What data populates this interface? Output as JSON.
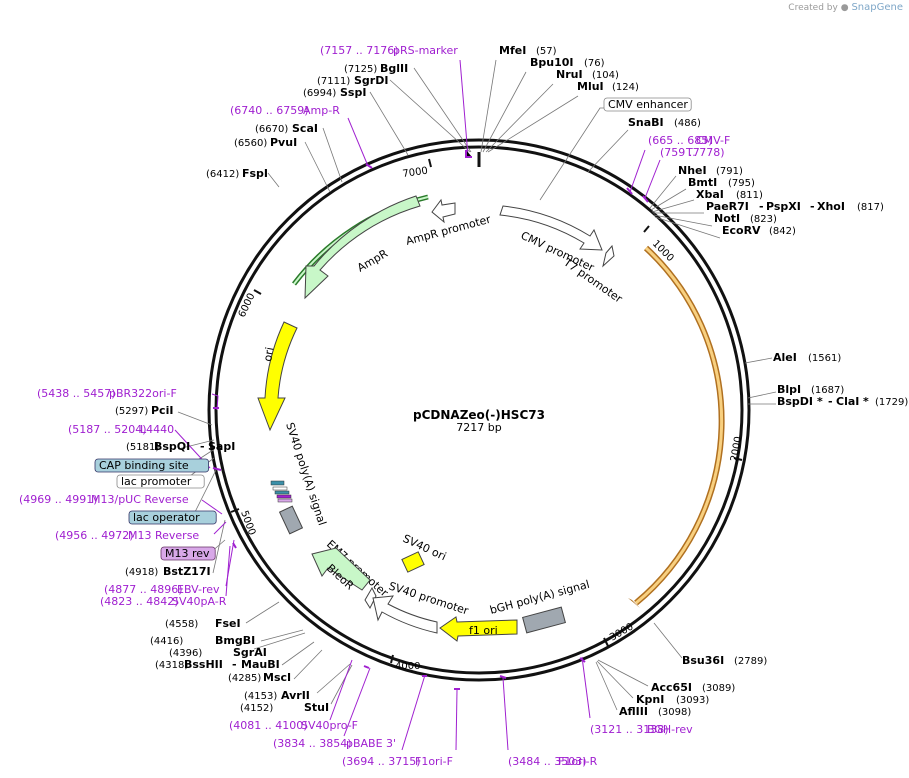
{
  "credit": {
    "created_by": "Created by",
    "brand": "SnapGene"
  },
  "plasmid": {
    "name": "pCDNAZeo(-)HSC73",
    "length": "7217 bp",
    "length_bp": 7217
  },
  "ticks": [
    "1000",
    "2000",
    "3000",
    "4000",
    "5000",
    "6000",
    "7000"
  ],
  "enzymes": {
    "MfeI": {
      "name": "MfeI",
      "pos": "(57)"
    },
    "Bpu10I": {
      "name": "Bpu10I",
      "pos": "(76)"
    },
    "NruI": {
      "name": "NruI",
      "pos": "(104)"
    },
    "MluI": {
      "name": "MluI",
      "pos": "(124)"
    },
    "SnaBI": {
      "name": "SnaBI",
      "pos": "(486)"
    },
    "NheI": {
      "name": "NheI",
      "pos": "(791)"
    },
    "BmtI": {
      "name": "BmtI",
      "pos": "(795)"
    },
    "XbaI": {
      "name": "XbaI",
      "pos": "(811)"
    },
    "PaeR7I": {
      "name": "PaeR7I",
      "sep1": "-",
      "name2": "PspXI",
      "sep2": "-",
      "name3": "XhoI",
      "pos": "(817)"
    },
    "NotI": {
      "name": "NotI",
      "pos": "(823)"
    },
    "EcoRV": {
      "name": "EcoRV",
      "pos": "(842)"
    },
    "AleI": {
      "name": "AleI",
      "pos": "(1561)"
    },
    "BlpI": {
      "name": "BlpI",
      "pos": "(1687)"
    },
    "BspDI": {
      "name": "BspDI",
      "star": "*",
      "sep": "-",
      "name2": "ClaI",
      "star2": "*",
      "pos": "(1729)"
    },
    "Bsu36I": {
      "name": "Bsu36I",
      "pos": "(2789)"
    },
    "Acc65I": {
      "name": "Acc65I",
      "pos": "(3089)"
    },
    "KpnI": {
      "name": "KpnI",
      "pos": "(3093)"
    },
    "AflIII": {
      "name": "AflIII",
      "pos": "(3098)"
    },
    "StuI": {
      "name": "StuI",
      "pos": "(4152)"
    },
    "AvrII": {
      "name": "AvrII",
      "pos": "(4153)"
    },
    "MscI": {
      "name": "MscI",
      "pos": "(4285)"
    },
    "BssHII": {
      "name": "BssHII",
      "sep": "-",
      "name2": "MauBI",
      "pos": "(4318)"
    },
    "SgrAI": {
      "name": "SgrAI",
      "pos": "(4396)"
    },
    "BmgBI": {
      "name": "BmgBI",
      "pos": "(4416)"
    },
    "FseI": {
      "name": "FseI",
      "pos": "(4558)"
    },
    "BstZ17I": {
      "name": "BstZ17I",
      "pos": "(4918)"
    },
    "BspQI": {
      "name": "BspQI",
      "sep": "-",
      "name2": "SapI",
      "pos": "(5181)"
    },
    "PciI": {
      "name": "PciI",
      "pos": "(5297)"
    },
    "FspI": {
      "name": "FspI",
      "pos": "(6412)"
    },
    "PvuI": {
      "name": "PvuI",
      "pos": "(6560)"
    },
    "ScaI": {
      "name": "ScaI",
      "pos": "(6670)"
    },
    "SspI": {
      "name": "SspI",
      "pos": "(6994)"
    },
    "SgrDI": {
      "name": "SgrDI",
      "pos": "(7111)"
    },
    "BglII": {
      "name": "BglII",
      "pos": "(7125)"
    }
  },
  "primers": {
    "pRS_marker": {
      "name": "pRS-marker",
      "range": "(7157 .. 7176)"
    },
    "AmpR_p": {
      "name": "Amp-R",
      "range": "(6740 .. 6759)"
    },
    "CMV_F": {
      "name": "CMV-F",
      "range": "(665 .. 685)"
    },
    "T7": {
      "name": "T7",
      "range": "(759 .. 778)"
    },
    "BGH_rev": {
      "name": "BGH-rev",
      "range": "(3121 .. 3138)"
    },
    "F1ori_R": {
      "name": "F1ori-R",
      "range": "(3484 .. 3503)"
    },
    "F1ori_F": {
      "name": "F1ori-F",
      "range": "(3694 .. 3715)"
    },
    "pBABE3": {
      "name": "pBABE 3'",
      "range": "(3834 .. 3854)"
    },
    "SV40pro_F": {
      "name": "SV40pro-F",
      "range": "(4081 .. 4100)"
    },
    "SV40pA_R": {
      "name": "SV40pA-R",
      "range": "(4823 .. 4842)"
    },
    "EBV_rev": {
      "name": "EBV-rev",
      "range": "(4877 .. 4896)"
    },
    "M13_Reverse": {
      "name": "M13 Reverse",
      "range": "(4956 .. 4972)"
    },
    "M13_pUC_Reverse": {
      "name": "M13/pUC Reverse",
      "range": "(4969 .. 4991)"
    },
    "L4440": {
      "name": "L4440",
      "range": "(5187 .. 5204)"
    },
    "pBR322ori_F": {
      "name": "pBR322ori-F",
      "range": "(5438 .. 5457)"
    }
  },
  "boxed_labels": {
    "cmv_enhancer": "CMV enhancer",
    "cap_binding_site": "CAP binding site",
    "lac_promoter": "lac promoter",
    "lac_operator": "lac operator",
    "m13_rev": "M13 rev"
  },
  "features": {
    "cmv_promoter": "CMV promoter",
    "t7_promoter": "T7 promoter",
    "ampr_promoter": "AmpR promoter",
    "ampr": "AmpR",
    "ori": "ori",
    "sv40_polya": "SV40 poly(A) signal",
    "sv40_ori": "SV40 ori",
    "em7_promoter": "EM7 promoter",
    "bleor": "BleoR",
    "sv40_promoter": "SV40 promoter",
    "f1_ori": "f1 ori",
    "bgh_polya": "bGH poly(A) signal"
  },
  "colors": {
    "primer": "#a020d0",
    "ampr_fill": "#c8f7c8",
    "ampr_stroke": "#2a7a2a",
    "orf_fill": "#f8d080",
    "orf_stroke": "#b07020",
    "ori_fill": "#ffff00",
    "terminator": "#a0a8b0",
    "lac_box": "#a8d0dc",
    "m13_box": "#d8a8e8"
  }
}
